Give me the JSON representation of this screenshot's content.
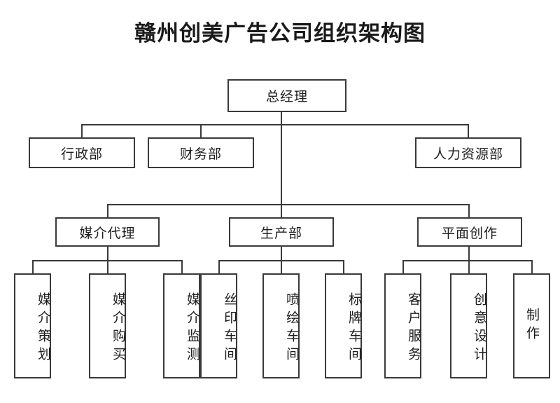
{
  "title": "赣州创美广告公司组织架构图",
  "theme": {
    "background": "#ffffff",
    "line_color": "#3a3a3a",
    "text_color": "#1c1c1c"
  },
  "chart_data": {
    "type": "diagram",
    "diagram_type": "organizational-chart",
    "title": "赣州创美广告公司组织架构图",
    "orientation": "top-down",
    "levels": 4,
    "nodes": [
      {
        "id": "gm",
        "label": "总经理",
        "level": 1,
        "parent": null,
        "text_orientation": "horizontal"
      },
      {
        "id": "admin",
        "label": "行政部",
        "level": 2,
        "parent": "gm",
        "text_orientation": "horizontal"
      },
      {
        "id": "finance",
        "label": "财务部",
        "level": 2,
        "parent": "gm",
        "text_orientation": "horizontal"
      },
      {
        "id": "hr",
        "label": "人力资源部",
        "level": 2,
        "parent": "gm",
        "text_orientation": "horizontal"
      },
      {
        "id": "media",
        "label": "媒介代理",
        "level": 3,
        "parent": "gm",
        "text_orientation": "horizontal"
      },
      {
        "id": "prod",
        "label": "生产部",
        "level": 3,
        "parent": "gm",
        "text_orientation": "horizontal"
      },
      {
        "id": "graphic",
        "label": "平面创作",
        "level": 3,
        "parent": "gm",
        "text_orientation": "horizontal"
      },
      {
        "id": "m1",
        "label": "媒介策划",
        "level": 4,
        "parent": "media",
        "text_orientation": "vertical"
      },
      {
        "id": "m2",
        "label": "媒介购买",
        "level": 4,
        "parent": "media",
        "text_orientation": "vertical"
      },
      {
        "id": "m3",
        "label": "媒介监测",
        "level": 4,
        "parent": "media",
        "text_orientation": "vertical"
      },
      {
        "id": "p1",
        "label": "丝印车间",
        "level": 4,
        "parent": "prod",
        "text_orientation": "vertical"
      },
      {
        "id": "p2",
        "label": "喷绘车间",
        "level": 4,
        "parent": "prod",
        "text_orientation": "vertical"
      },
      {
        "id": "p3",
        "label": "标牌车间",
        "level": 4,
        "parent": "prod",
        "text_orientation": "vertical"
      },
      {
        "id": "g1",
        "label": "客户服务",
        "level": 4,
        "parent": "graphic",
        "text_orientation": "vertical"
      },
      {
        "id": "g2",
        "label": "创意设计",
        "level": 4,
        "parent": "graphic",
        "text_orientation": "vertical"
      },
      {
        "id": "g3",
        "label": "制作",
        "level": 4,
        "parent": "graphic",
        "text_orientation": "vertical"
      }
    ]
  },
  "nodes": {
    "gm": "总经理",
    "admin": "行政部",
    "finance": "财务部",
    "hr": "人力资源部",
    "media": "媒介代理",
    "prod": "生产部",
    "graphic": "平面创作",
    "m1": "媒介策划",
    "m2": "媒介购买",
    "m3": "媒介监测",
    "p1": "丝印车间",
    "p2": "喷绘车间",
    "p3": "标牌车间",
    "g1": "客户服务",
    "g2": "创意设计",
    "g3": "制作"
  }
}
